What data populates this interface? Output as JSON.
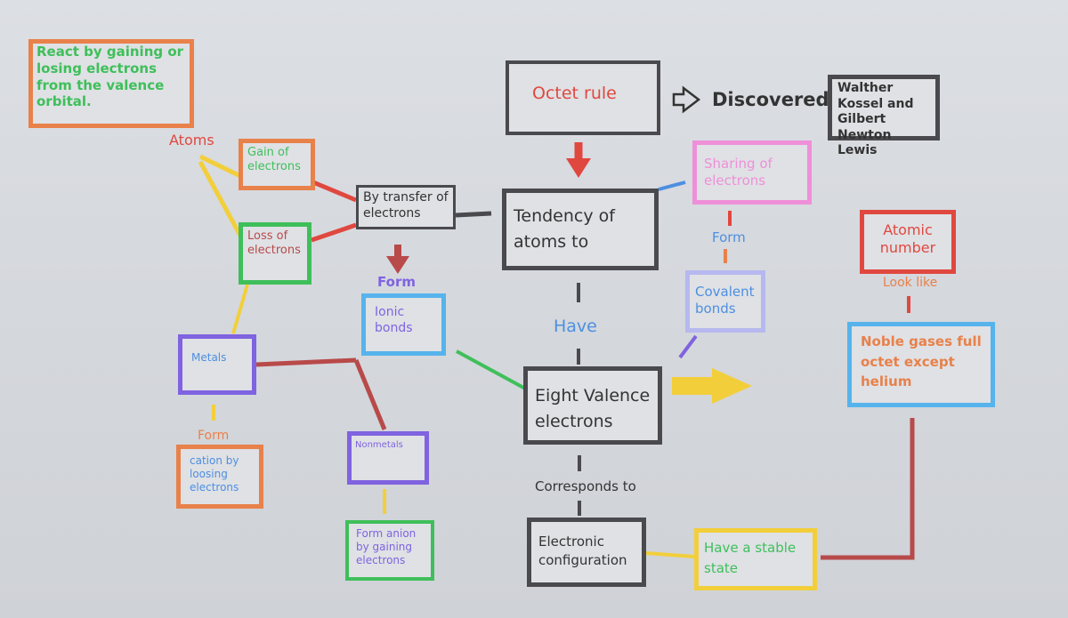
{
  "nodes": {
    "react": "React by gaining or losing electrons from the valence orbital.",
    "atoms": "Atoms",
    "gain": "Gain of electrons",
    "loss": "Loss of electrons",
    "transfer": "By transfer of electrons",
    "form_ionic": "Form",
    "ionic": "Ionic bonds",
    "metals": "Metals",
    "form_cation": "Form",
    "cation": "cation by loosing electrons",
    "nonmetals": "Nonmetals",
    "anion": "Form anion by gaining electrons",
    "octet": "Octet rule",
    "tendency": "Tendency of atoms to",
    "have": "Have",
    "eight": "Eight Valence electrons",
    "corresponds": "Corresponds to",
    "electronic": "Electronic configuration",
    "discovered": "Discovered",
    "walther": "Walther Kossel and Gilbert Newton Lewis",
    "sharing": "Sharing of electrons",
    "form_cov": "Form",
    "covalent": "Covalent bonds",
    "atomic": "Atomic number",
    "lookslike": "Look like",
    "noble": "Noble gases full octet except helium",
    "stable": "Have a stable state"
  },
  "colors": {
    "orange": "#e8814a",
    "green": "#3fbf5a",
    "yellow": "#f2cf3a",
    "red": "#e0483f",
    "blue": "#4d8fe0",
    "purple": "#7f63e0",
    "lightblue": "#56b3ec",
    "dark": "#4a4a4e",
    "pink": "#ef8fd8",
    "lavender": "#b7b8ef",
    "brownred": "#b84a4a"
  }
}
